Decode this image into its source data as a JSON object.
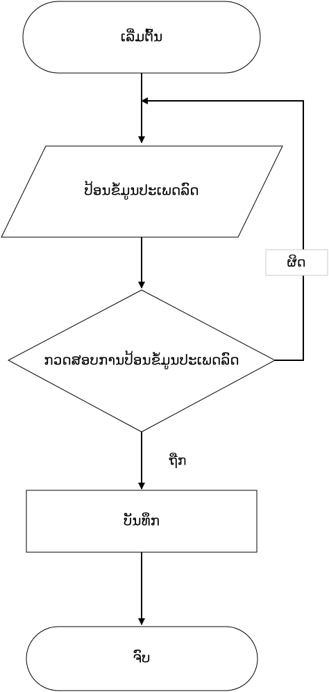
{
  "diagram": {
    "start": {
      "label": "ເລີ່ມຕົ້ນ"
    },
    "input": {
      "label": "ປ້ອນຂໍ້ມູນປະເພດລົດ"
    },
    "decision": {
      "label": "ກວດສອບການປ້ອນຂໍ້ມູນປະເພດລົດ"
    },
    "process": {
      "label": "ບັນທຶກ"
    },
    "end": {
      "label": "ຈົບ"
    },
    "edges": {
      "false_label": "ຜິດ",
      "true_label": "ຖືກ"
    }
  }
}
